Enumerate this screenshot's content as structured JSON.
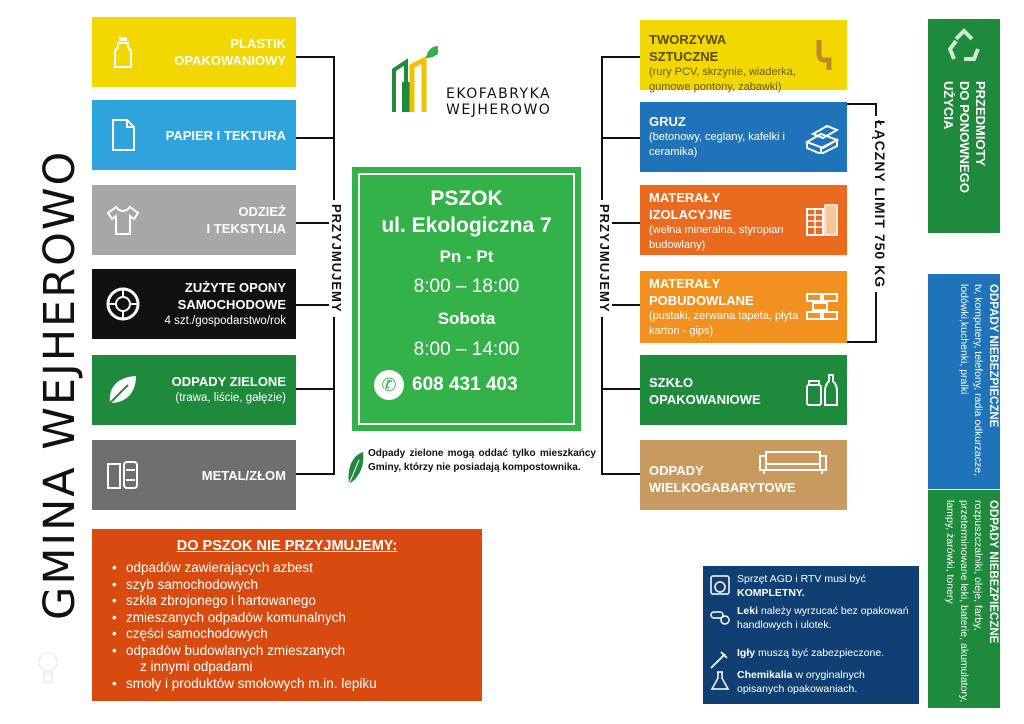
{
  "municipality": "GMINA WEJHEROWO",
  "logo": {
    "line1": "EKOFABRYKA",
    "line2": "WEJHEROWO"
  },
  "accepted_label": "PRZYJMUJEMY",
  "left_categories": [
    {
      "title1": "PLASTIK",
      "title2": "OPAKOWANIOWY",
      "sub": "",
      "color": "#f2d800",
      "icon": "bottle-icon"
    },
    {
      "title1": "PAPIER I TEKTURA",
      "title2": "",
      "sub": "",
      "color": "#2ea3dc",
      "icon": "paper-icon"
    },
    {
      "title1": "ODZIEŻ",
      "title2": "I TEKSTYLIA",
      "sub": "",
      "color": "#a7a7a7",
      "icon": "tshirt-icon"
    },
    {
      "title1": "ZUŻYTE OPONY",
      "title2": "SAMOCHODOWE",
      "sub": "4 szt./gospodarstwo/rok",
      "color": "#111111",
      "icon": "tire-icon"
    },
    {
      "title1": "ODPADY ZIELONE",
      "title2": "",
      "sub": "(trawa, liście, gałęzie)",
      "color": "#1e8a3b",
      "icon": "leaf-icon"
    },
    {
      "title1": "METAL/ZŁOM",
      "title2": "",
      "sub": "",
      "color": "#6f6f6f",
      "icon": "can-icon"
    }
  ],
  "pszok": {
    "title": "PSZOK",
    "address": "ul. Ekologiczna 7",
    "weekdays": "Pn - Pt",
    "weekday_hours": "8:00 – 18:00",
    "saturday": "Sobota",
    "saturday_hours": "8:00 – 14:00",
    "phone": "608 431 403",
    "color": "#34b24a"
  },
  "green_note": "Odpady zielone mogą oddać tylko mieszkańcy Gminy, którzy nie posiadają kompostownika.",
  "right_categories": [
    {
      "title1": "TWORZYWA SZTUCZNE",
      "title2": "",
      "sub": "(rury PCV, skrzynie, wiaderka, gumowe pontony, zabawki)",
      "color": "#f2d800",
      "icon": "pipe-icon"
    },
    {
      "title1": "GRUZ",
      "title2": "",
      "sub": "(betonowy, ceglany, kafelki i ceramika)",
      "color": "#1f73b8",
      "icon": "bricks-icon"
    },
    {
      "title1": "MATERAŁY",
      "title2": "IZOLACYJNE",
      "sub": "(wełna mineralna, styropian budowlany)",
      "color": "#ea6a1f",
      "icon": "insulation-icon"
    },
    {
      "title1": "MATERAŁY",
      "title2": "POBUDOWLANE",
      "sub": "(pustaki, zerwana tapeta, płyta karton - gips)",
      "color": "#f39120",
      "icon": "wall-icon"
    },
    {
      "title1": "SZKŁO",
      "title2": "OPAKOWANIOWE",
      "sub": "",
      "color": "#1e8a3b",
      "icon": "jar-bottle-icon"
    },
    {
      "title1": "ODPADY",
      "title2": "WIELKOGABARYTOWE",
      "sub": "",
      "color": "#c99a60",
      "icon": "sofa-icon"
    }
  ],
  "limit_text": "ŁĄCZNY LIMIT 750 KG",
  "reuse_box": {
    "line1": "PRZEDMIOTY",
    "line2": "DO PONOWNEGO",
    "line3": "UŻYCIA",
    "color": "#1e8a3b"
  },
  "hazard_box_1": {
    "title": "ODPADY NIEBEZPIECZNE",
    "text": "tv, komputery, telefony, radia odkurzacze, lodówki,kuchenki, pralki",
    "color": "#1f73b8"
  },
  "hazard_box_2": {
    "title": "ODPADY NIEBEZPIECZNE",
    "text": "rozpuszczalniki, oleje, farby, przeterminowane leki, baterie, akumulatory, lampy, żarówki, tonery",
    "color": "#1e8a3b"
  },
  "not_accepted": {
    "title": "DO PSZOK NIE PRZYJMUJEMY:",
    "items": [
      "odpadów zawierających azbest",
      "szyb samochodowych",
      "szkła zbrojonego i hartowanego",
      "zmieszanych odpadów komunalnych",
      "części samochodowych",
      "odpadów budowlanych zmieszanych",
      "z innymi odpadami",
      "smoły i produktów smołowych m.in. lepiku"
    ],
    "color": "#d84a0f"
  },
  "info_box": {
    "color": "#0f3f73",
    "rows": [
      {
        "pre": "Sprzęt AGD i RTV musi być ",
        "bold": "KOMPLETNY.",
        "post": "",
        "icon": "appliance-icon"
      },
      {
        "pre": "",
        "bold": "Leki",
        "post": " należy wyrzucać bez opakowań handlowych i ulotek.",
        "icon": "pills-icon"
      },
      {
        "pre": "",
        "bold": "Igły",
        "post": " muszą być zabezpieczone.",
        "icon": "syringe-icon"
      },
      {
        "pre": "",
        "bold": "Chemikalia",
        "post": " w oryginalnych opisanych opakowaniach.",
        "icon": "flask-icon"
      }
    ]
  }
}
